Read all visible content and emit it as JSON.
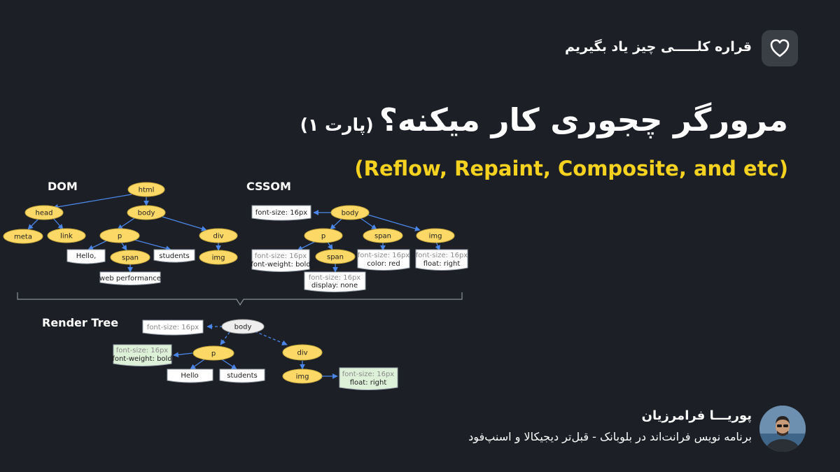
{
  "brand": {
    "name": "قراره کلـــــی چیز یاد بگیریم",
    "logo_icon": "heart-icon"
  },
  "title": {
    "main": "مرورگر چجوری کار میکنه؟",
    "part": "(پارت ۱)"
  },
  "subtitle": "(Reflow, Repaint, Composite, and etc)",
  "author": {
    "name": "پوریـــا فرامرزیان",
    "role": "برنامه نویس فرانت‌اند در بلوبانک - قبل‌تر دیجیکالا و اسنپ‌فود"
  },
  "colors": {
    "background": "#1c2026",
    "accent": "#f4d21f",
    "node_fill": "#fcd867",
    "node_stroke": "#c9a93c",
    "edge": "#4a86e8",
    "box_fill": "#ffffff",
    "computed_box_fill": "#ddf0d8"
  },
  "diagram": {
    "dom": {
      "heading": "DOM",
      "nodes": [
        "html",
        "head",
        "body",
        "meta",
        "link",
        "p",
        "div",
        "span",
        "img"
      ],
      "text_boxes": [
        "Hello,",
        "students",
        "web performance"
      ]
    },
    "cssom": {
      "heading": "CSSOM",
      "nodes": [
        "body",
        "p",
        "span",
        "img",
        "span"
      ],
      "style_boxes": [
        {
          "l1": "font-size: 16px"
        },
        {
          "l1": "font-size: 16px",
          "l2": "font-weight: bold"
        },
        {
          "l1": "font-size: 16px",
          "l2": "color: red"
        },
        {
          "l1": "font-size: 16px",
          "l2": "float: right"
        },
        {
          "l1": "font-size: 16px",
          "l2": "display: none"
        }
      ]
    },
    "render_tree": {
      "heading": "Render Tree",
      "nodes": [
        "body",
        "p",
        "div",
        "img"
      ],
      "text_boxes": [
        "Hello",
        "students"
      ],
      "style_boxes": [
        {
          "l1": "font-size: 16px"
        },
        {
          "l1": "font-size: 16px",
          "l2": "font-weight: bold"
        },
        {
          "l1": "font-size: 16px",
          "l2": "float: right"
        }
      ]
    }
  }
}
